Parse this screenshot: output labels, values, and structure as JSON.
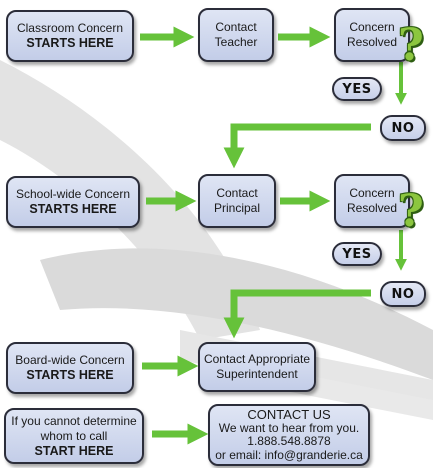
{
  "level1": {
    "start_title": "Classroom Concern",
    "start_tag": "STARTS HERE",
    "contact": [
      "Contact",
      "Teacher"
    ],
    "resolved": [
      "Concern",
      "Resolved"
    ]
  },
  "level2": {
    "start_title": "School-wide Concern",
    "start_tag": "STARTS HERE",
    "contact": [
      "Contact",
      "Principal"
    ],
    "resolved": [
      "Concern",
      "Resolved"
    ]
  },
  "level3": {
    "start_title": "Board-wide Concern",
    "start_tag": "STARTS HERE",
    "contact": [
      "Contact Appropriate",
      "Superintendent"
    ]
  },
  "level4": {
    "start_lines": [
      "If you cannot determine",
      "whom to call"
    ],
    "start_tag": "START HERE"
  },
  "contact_us": {
    "title": "CONTACT US",
    "lines": [
      "We want to hear from you.",
      "1.888.548.8878",
      "or email: info@granderie.ca"
    ]
  },
  "labels": {
    "yes": "YES",
    "no": "NO",
    "question": "?"
  },
  "colors": {
    "arrow": "#66c23a",
    "box_fill": "#ccd5ee",
    "box_border": "#2b2d3a",
    "background_shape": "#d7d7d7"
  }
}
